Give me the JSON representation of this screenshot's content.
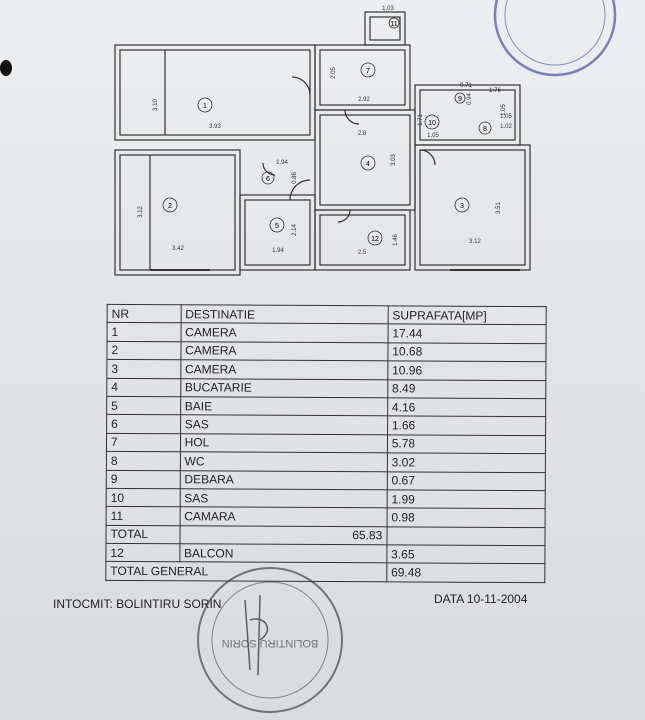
{
  "plan": {
    "rooms": [
      {
        "num": "1",
        "w": "3.93",
        "h": "3.10"
      },
      {
        "num": "2",
        "w": "3.42",
        "h": "3.12"
      },
      {
        "num": "3",
        "w": "3.12",
        "h": "3.51"
      },
      {
        "num": "4",
        "w": "2.8",
        "h": "3.03"
      },
      {
        "num": "5",
        "w": "1.94",
        "h": "2.14"
      },
      {
        "num": "6",
        "w": "1.94",
        "h": "0.86"
      },
      {
        "num": "7",
        "w": "2.92",
        "h": "2.05"
      },
      {
        "num": "8",
        "w": "1.05",
        "h": "1.02"
      },
      {
        "num": "9",
        "w": "0.71",
        "h": "0.94"
      },
      {
        "num": "10",
        "w": "1.05",
        "h": "1.71"
      },
      {
        "num": "11",
        "w": "1.03",
        "h": ""
      },
      {
        "num": "12",
        "w": "2.5",
        "h": "1.46"
      }
    ],
    "extra_dims": [
      "1.76",
      "1.05"
    ]
  },
  "table": {
    "headers": [
      "NR",
      "DESTINATIE",
      "SUPRAFATA[MP]"
    ],
    "rows": [
      [
        "1",
        "CAMERA",
        "17.44"
      ],
      [
        "2",
        "CAMERA",
        "10.68"
      ],
      [
        "3",
        "CAMERA",
        "10.96"
      ],
      [
        "4",
        "BUCATARIE",
        "8.49"
      ],
      [
        "5",
        "BAIE",
        "4.16"
      ],
      [
        "6",
        "SAS",
        "1.66"
      ],
      [
        "7",
        "HOL",
        "5.78"
      ],
      [
        "8",
        "WC",
        "3.02"
      ],
      [
        "9",
        "DEBARA",
        "0.67"
      ],
      [
        "10",
        "SAS",
        "1.99"
      ],
      [
        "11",
        "CAMARA",
        "0.98"
      ]
    ],
    "total_label": "TOTAL",
    "total_value": "65.83",
    "balcon_nr": "12",
    "balcon_label": "BALCON",
    "balcon_value": "3.65",
    "general_label": "TOTAL GENERAL",
    "general_value": "69.48"
  },
  "footer": {
    "intocmit": "INTOCMIT: BOLINTIRU SORIN",
    "data": "DATA 10-11-2004"
  },
  "stamp_text": "BOLINTIRU SORIN"
}
